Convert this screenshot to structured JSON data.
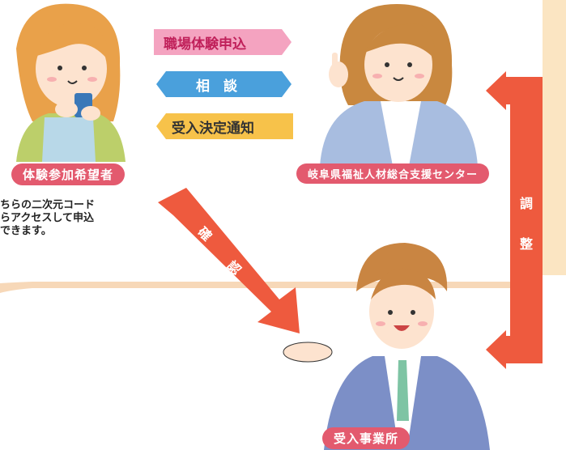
{
  "arrows": {
    "apply": "職場体験申込",
    "consult": "相　談",
    "notify": "受入決定通知",
    "confirm_1": "確",
    "confirm_2": "認",
    "adjust_1": "調",
    "adjust_2": "整"
  },
  "labels": {
    "applicant": "体験参加希望者",
    "center": "岐阜県福祉人材総合支援センター",
    "employer": "受入事業所"
  },
  "note": {
    "line1": "ちらの二次元コード",
    "line2": "らアクセスして申込",
    "line3": "できます。"
  },
  "colors": {
    "pink_arrow": "#f4a3c0",
    "blue_arrow": "#4aa0dc",
    "yellow_arrow": "#f7c24a",
    "red_arrow": "#ee5a3e",
    "label_bg": "#e35a6e",
    "peach_band": "#f7d8b8"
  }
}
